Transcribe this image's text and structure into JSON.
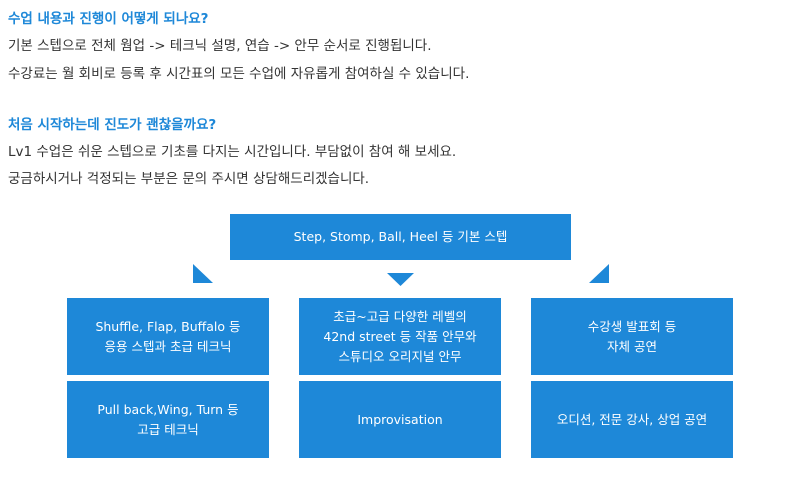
{
  "faq": [
    {
      "question": "수업 내용과 진행이 어떻게 되나요?",
      "lines": [
        "기본 스텝으로 전체 웜업 -> 테크닉 설명, 연습 -> 안무 순서로 진행됩니다.",
        "수강료는 월 회비로 등록 후 시간표의 모든 수업에 자유롭게 참여하실 수 있습니다."
      ]
    },
    {
      "question": "처음 시작하는데 진도가 괜찮을까요?",
      "lines": [
        "Lv1 수업은 쉬운 스텝으로 기초를 다지는 시간입니다. 부담없이 참여 해 보세요.",
        "궁금하시거나 걱정되는 부분은 문의 주시면 상담해드리겠습니다."
      ]
    }
  ],
  "diagram": {
    "top": "Step, Stomp, Ball, Heel 등 기본 스텝",
    "row1": [
      [
        "Shuffle, Flap, Buffalo 등",
        "응용 스텝과 초급 테크닉"
      ],
      [
        "초급~고급 다양한 레벨의",
        "42nd street 등 작품 안무와",
        "스튜디오 오리지널 안무"
      ],
      [
        "수강생 발표회 등",
        "자체 공연"
      ]
    ],
    "row2": [
      [
        "Pull back,Wing, Turn 등",
        "고급 테크닉"
      ],
      [
        "Improvisation"
      ],
      [
        "오디션, 전문 강사, 상업 공연"
      ]
    ]
  },
  "colors": {
    "accent": "#1e88d8",
    "text": "#333333"
  }
}
